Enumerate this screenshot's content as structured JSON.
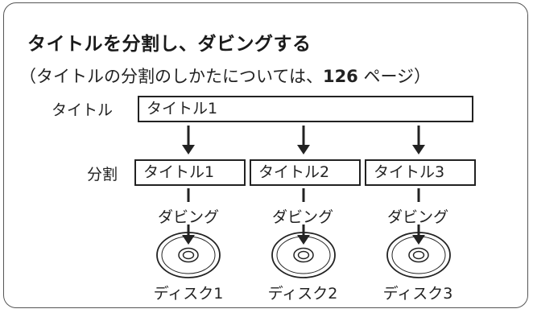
{
  "heading": "タイトルを分割し、ダビングする",
  "subheading": {
    "prefix": "（タイトルの分割のしかたについては、",
    "page_number": "126",
    "suffix": " ページ）"
  },
  "rows": {
    "title_label": "タイトル",
    "split_label": "分割"
  },
  "original_title": "タイトル1",
  "split_titles": [
    "タイトル1",
    "タイトル2",
    "タイトル3"
  ],
  "dubbing_label": "ダビング",
  "discs": [
    "ディスク1",
    "ディスク2",
    "ディスク3"
  ],
  "icons": {
    "arrow": "arrow-down-icon",
    "disc": "disc-icon"
  }
}
